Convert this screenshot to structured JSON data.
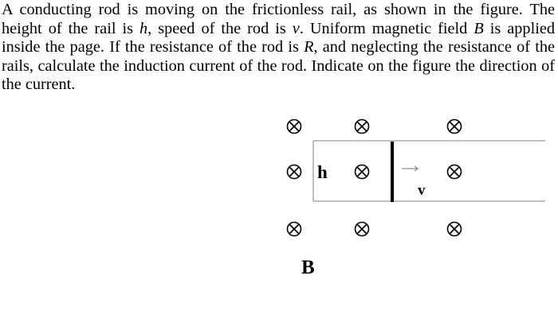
{
  "problem": {
    "p1": "A conducting rod is moving on the frictionless rail, as shown in the figure. The height of the rail is ",
    "h_var": "h",
    "p2": ", speed of the rod is ",
    "v_var": "v",
    "p3": ". Uniform magnetic field ",
    "B_var": "B",
    "p4": " is applied inside the page. If the resistance of the rod is ",
    "R_var": "R",
    "p5": ", and neglecting the resistance of the rails, calculate the induction current of the rod. Indicate on the figure the direction of the current."
  },
  "figure": {
    "height_label": "h",
    "velocity_label": "v",
    "field_label": "B",
    "field_symbol": "into-page-cross-icon",
    "velocity_direction": "right"
  }
}
